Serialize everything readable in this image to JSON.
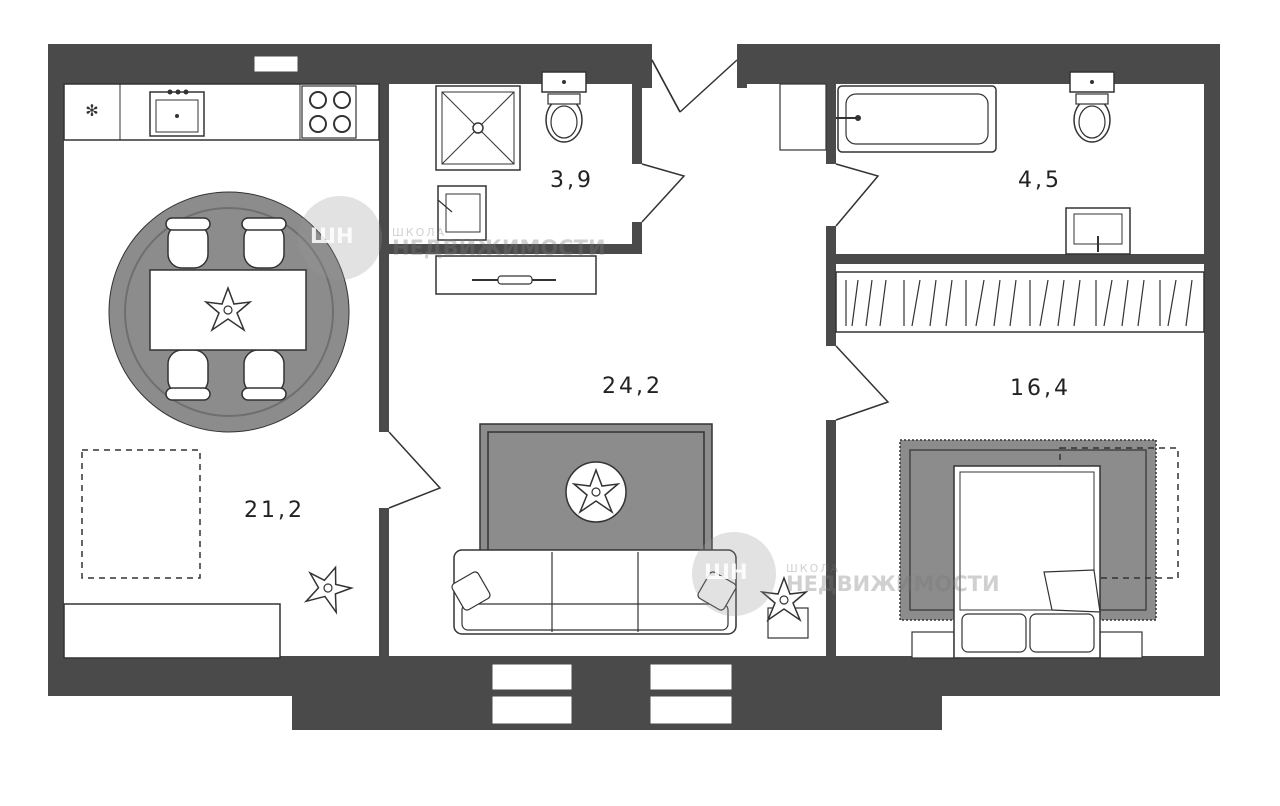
{
  "rooms": {
    "kitchen": "21,2",
    "shower_room": "3,9",
    "living_room": "24,2",
    "bathroom": "4,5",
    "bedroom": "16,4"
  },
  "watermark": {
    "logo_letters": "ШН",
    "line1": "ШКОЛА",
    "line2": "НЕДВИЖИМОСТИ"
  },
  "colors": {
    "wall": "#4a4a4a",
    "rug": "#8c8c8c",
    "fixture_stroke": "#333333"
  }
}
